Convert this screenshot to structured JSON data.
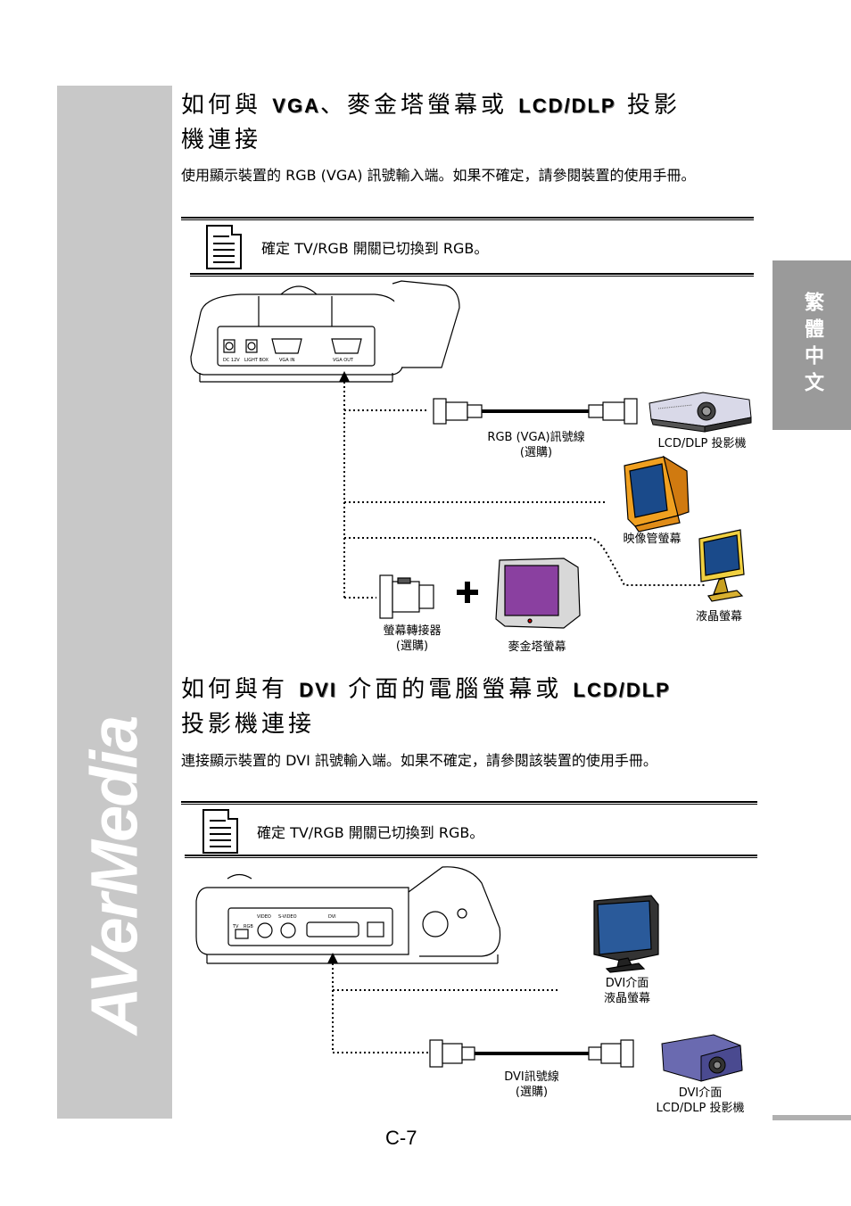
{
  "sidebar": {
    "brand": "AVerMedia",
    "tab": "繁體中文"
  },
  "section1": {
    "heading_pre": "如何與",
    "heading_en1": "VGA",
    "heading_mid": "、麥金塔螢幕或",
    "heading_en2": "LCD/DLP",
    "heading_post": "投影",
    "heading_line2": "機連接",
    "paragraph": "使用顯示裝置的  RGB (VGA)  訊號輸入端。如果不確定，請參閱裝置的使用手冊。",
    "note": "確定  TV/RGB  開關已切換到  RGB。",
    "ports": [
      "DC 12V",
      "LIGHT BOX",
      "VGA IN",
      "VGA OUT"
    ],
    "labels": {
      "cable": "RGB (VGA)訊號線",
      "cable_opt": "(選購)",
      "projector": "LCD/DLP 投影機",
      "crt": "映像管螢幕",
      "lcd": "液晶螢幕",
      "adapter": "螢幕轉接器",
      "adapter_opt": "(選購)",
      "mac": "麥金塔螢幕"
    }
  },
  "section2": {
    "heading_pre": "如何與有",
    "heading_en1": "DVI",
    "heading_mid": "介面的電腦螢幕或",
    "heading_en2": "LCD/DLP",
    "heading_line2": "投影機連接",
    "paragraph": "連接顯示裝置的  DVI  訊號輸入端。如果不確定，請參閱該裝置的使用手冊。",
    "note": "確定  TV/RGB  開關已切換到  RGB。",
    "ports": [
      "VIDEO",
      "S-VIDEO",
      "DVI",
      "TV",
      "RGB"
    ],
    "labels": {
      "dvi_lcd_1": "DVI介面",
      "dvi_lcd_2": "液晶螢幕",
      "cable": "DVI訊號線",
      "cable_opt": "(選購)",
      "proj_1": "DVI介面",
      "proj_2": "LCD/DLP 投影機"
    }
  },
  "footer": {
    "page_number": "C-7"
  }
}
